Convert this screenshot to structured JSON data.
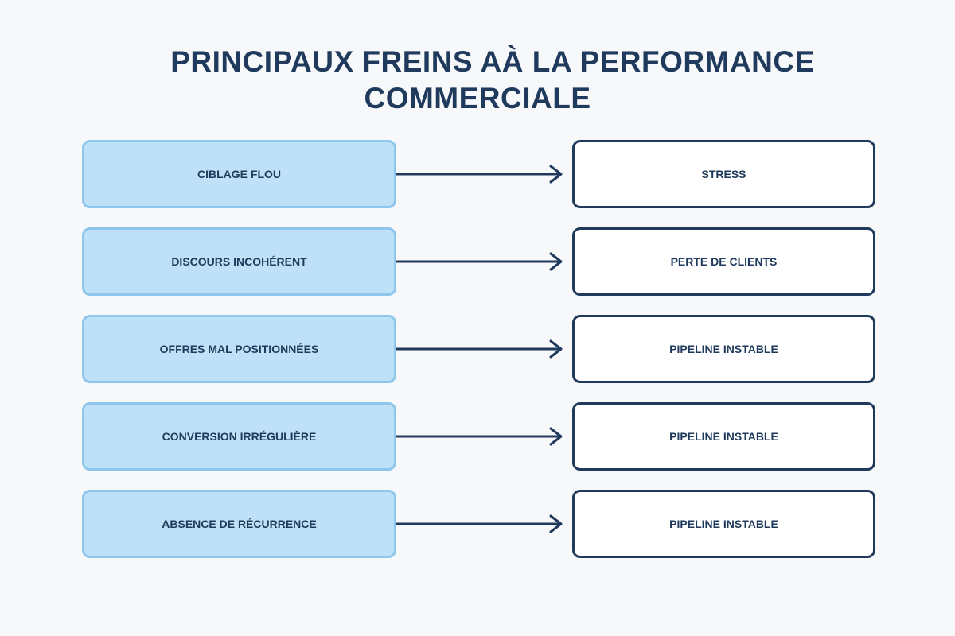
{
  "title": {
    "line1": "PRINCIPAUX FREINS AÀ LA PERFORMANCE",
    "line2": "COMMERCIALE"
  },
  "rows": [
    {
      "cause": "CIBLAGE FLOU",
      "effect": "STRESS"
    },
    {
      "cause": "DISCOURS INCOHÉRENT",
      "effect": "PERTE DE CLIENTS"
    },
    {
      "cause": "OFFRES MAL POSITIONNÉES",
      "effect": "PIPELINE INSTABLE"
    },
    {
      "cause": "CONVERSION IRRÉGULIÈRE",
      "effect": "PIPELINE INSTABLE"
    },
    {
      "cause": "ABSENCE DE RÉCURRENCE",
      "effect": "PIPELINE INSTABLE"
    }
  ],
  "colors": {
    "background": "#f7f8fa",
    "text": "#1f3a5c",
    "cause_fill": "#bfe1f7",
    "cause_border": "#8ec6ec",
    "effect_fill": "#ffffff",
    "effect_border": "#1f3a5c",
    "arrow": "#1f3a5c"
  }
}
